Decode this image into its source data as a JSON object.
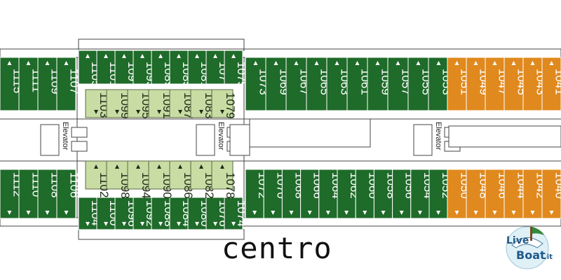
{
  "title": "centro",
  "elevator_label": "Elevator",
  "logo": {
    "word1": "Live",
    "word2": "Boat",
    "suffix": ".it"
  },
  "colors": {
    "dark_green": "#1f6b2a",
    "light_green": "#c8dca4",
    "orange": "#e0891e",
    "line": "#444444"
  },
  "cabins": {
    "top_far_left": [
      "1115",
      "1111",
      "1109",
      "1107"
    ],
    "top_mid_small": [
      "1105",
      "1101",
      "1097",
      "1093",
      "1089",
      "1085",
      "1081",
      "1077",
      "1075"
    ],
    "top_inner": [
      "1103",
      "1099",
      "1095",
      "1091",
      "1087",
      "1083",
      "1079"
    ],
    "top_right_green": [
      "1073",
      "1069",
      "1067",
      "1065",
      "1063",
      "1061",
      "1059",
      "1057",
      "1055",
      "1053"
    ],
    "top_orange": [
      "1051",
      "1049",
      "1047",
      "1045",
      "1043",
      "1041"
    ],
    "bottom_far_left": [
      "1112",
      "1110",
      "1108",
      "1106"
    ],
    "bottom_mid_small": [
      "1104",
      "1100",
      "1096",
      "1092",
      "1088",
      "1084",
      "1080",
      "1076",
      "1074"
    ],
    "bottom_inner": [
      "1102",
      "1098",
      "1094",
      "1090",
      "1086",
      "1082",
      "1078"
    ],
    "bottom_right_green": [
      "1072",
      "1070",
      "1068",
      "1066",
      "1064",
      "1062",
      "1060",
      "1058",
      "1056",
      "1054",
      "1052"
    ],
    "bottom_orange": [
      "1050",
      "1048",
      "1046",
      "1044",
      "1042",
      "1040"
    ]
  }
}
